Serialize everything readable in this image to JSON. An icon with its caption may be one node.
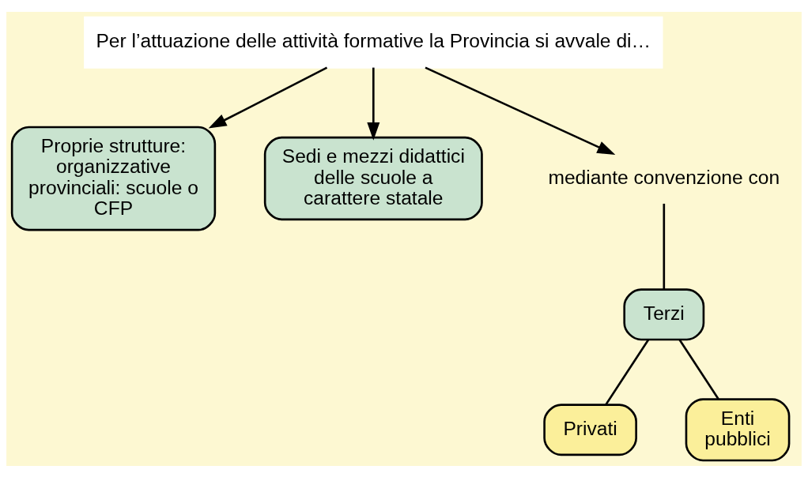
{
  "diagram": {
    "nodes": [
      {
        "text": [
          "Per l’attuazione delle attività formative la Provincia si avvale di…"
        ]
      },
      {
        "text": [
          "Proprie strutture: organizzative provinciali: scuole o CFP"
        ]
      },
      {
        "text": [
          "Sedi e mezzi didattici delle scuole a carattere statale"
        ]
      },
      {
        "text": [
          "mediante convenzione con"
        ]
      },
      {
        "text": [
          "Terzi"
        ]
      },
      {
        "text": [
          "Privati"
        ]
      },
      {
        "text": [
          "Enti pubblici"
        ]
      }
    ],
    "edges": [
      {
        "from": 0,
        "to": 1,
        "arrow": "to"
      },
      {
        "from": 0,
        "to": 2,
        "arrow": "to"
      },
      {
        "from": 0,
        "to": 3,
        "arrow": "to"
      },
      {
        "from": 3,
        "to": 4,
        "arrow": "none"
      },
      {
        "from": 4,
        "to": 5,
        "arrow": "none"
      },
      {
        "from": 4,
        "to": 6,
        "arrow": "none"
      }
    ]
  }
}
